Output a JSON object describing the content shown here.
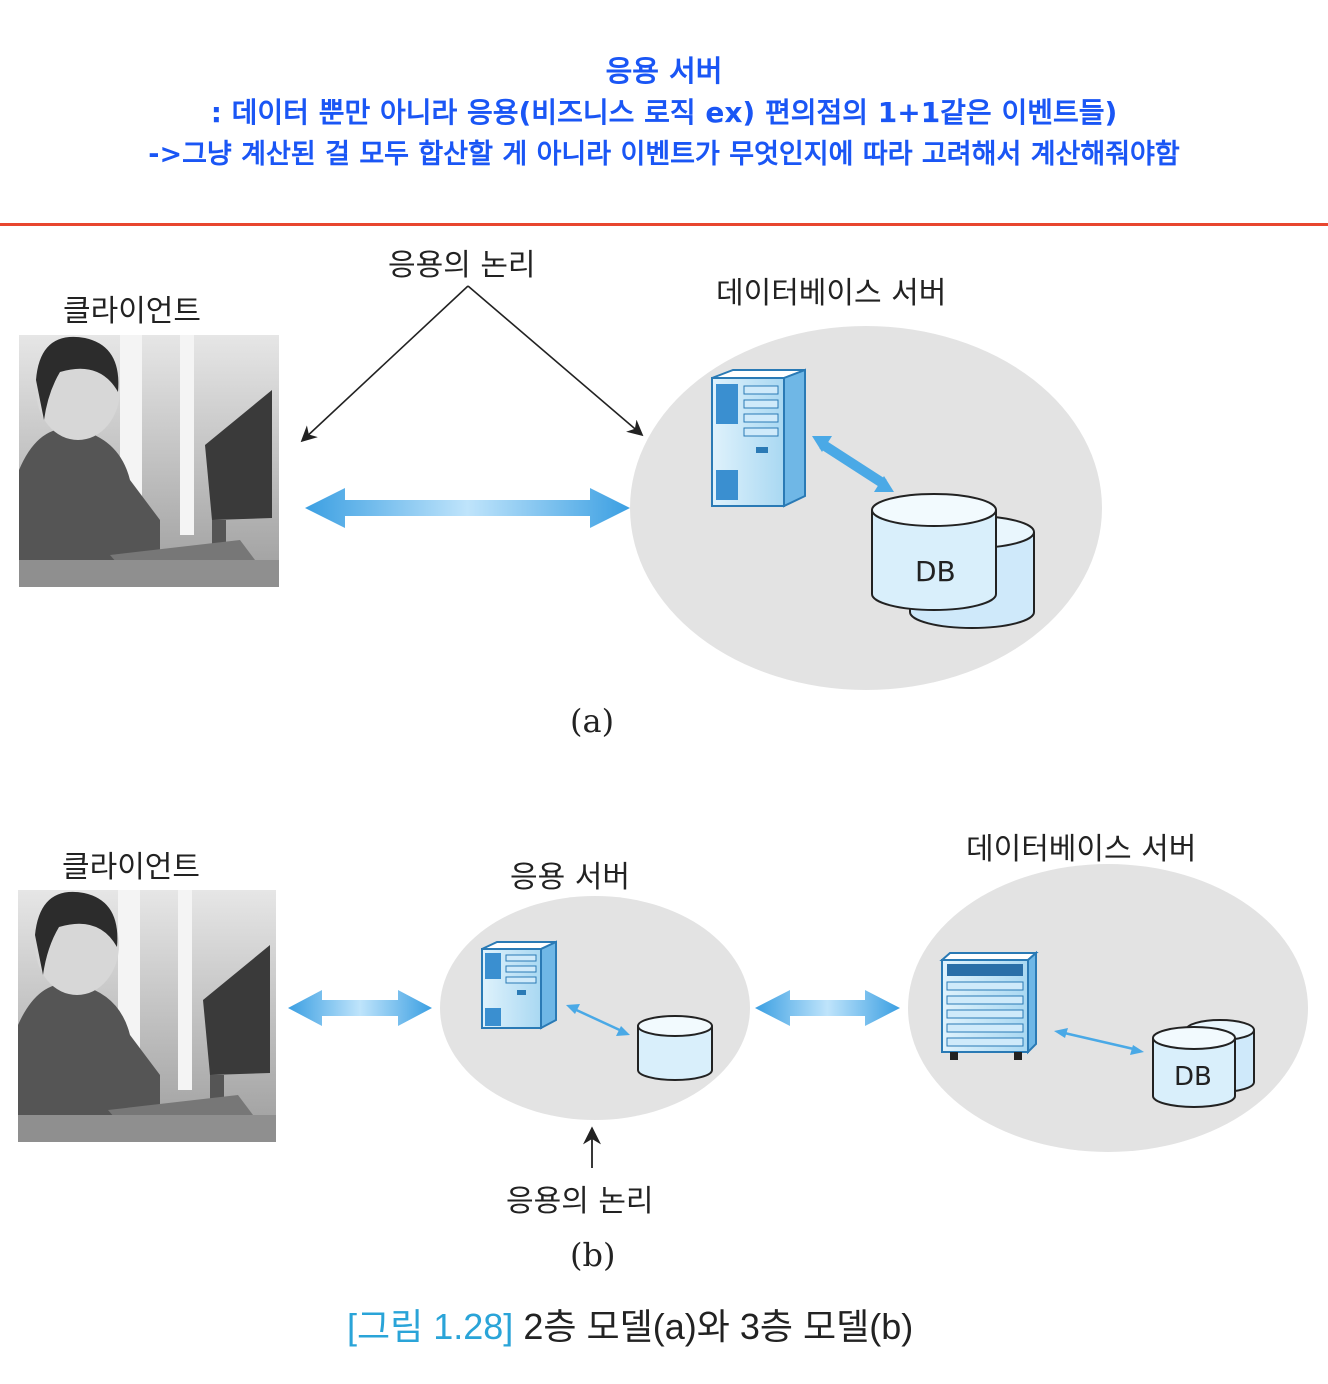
{
  "header": {
    "title": "응용 서버",
    "line2": ": 데이터 뿐만 아니라 응용(비즈니스 로직 ex) 편의점의 1+1같은 이벤트들)",
    "line3": "->그냥 계산된 걸 모두 합산할 게 아니라 이벤트가 무엇인지에 따라 고려해서 계산해줘야함"
  },
  "diagram_a": {
    "client_label": "클라이언트",
    "logic_label": "응용의 논리",
    "db_server_label": "데이터베이스 서버",
    "db_label": "DB",
    "tag": "(a)"
  },
  "diagram_b": {
    "client_label": "클라이언트",
    "app_server_label": "응용  서버",
    "db_server_label": "데이터베이스 서버",
    "logic_label": "응용의 논리",
    "db_label": "DB",
    "tag": "(b)"
  },
  "caption": {
    "figure_number": "[그림 1.28]",
    "text": "2층 모델(a)와 3층 모델(b)"
  },
  "colors": {
    "header_blue": "#1a56f5",
    "rule_red": "#e8462f",
    "arrow_blue": "#4aa9e6",
    "cluster_gray": "#e3e3e3",
    "caption_blue": "#2aa4d8"
  }
}
